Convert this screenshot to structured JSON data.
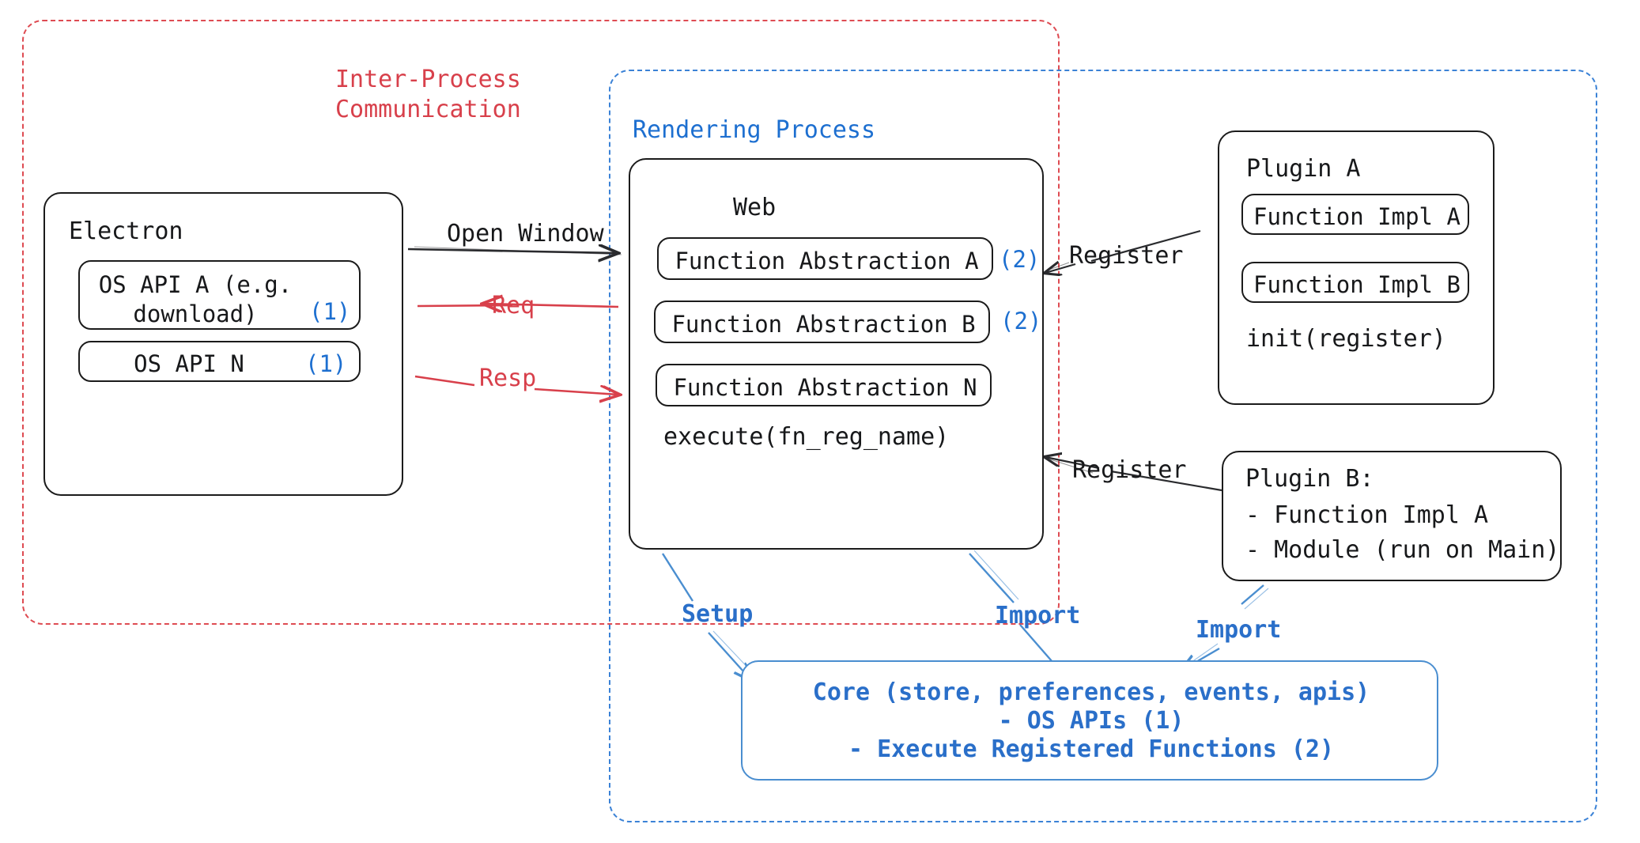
{
  "diagram": {
    "title_ipc": "Inter-Process\nCommunication",
    "title_rendering": "Rendering Process",
    "colors": {
      "ipc_red": "#d8404b",
      "rendering_blue": "#1d6fd0",
      "core_blue": "#2a6fc9",
      "ink": "#17181a"
    }
  },
  "electron": {
    "title": "Electron",
    "apis": [
      {
        "label": "OS API A (e.g.\ndownload)",
        "tag": "(1)"
      },
      {
        "label": "OS API N",
        "tag": "(1)"
      }
    ]
  },
  "web": {
    "title": "Web",
    "abstractions": [
      {
        "label": "Function Abstraction A",
        "tag": "(2)"
      },
      {
        "label": "Function Abstraction B",
        "tag": "(2)"
      },
      {
        "label": "Function Abstraction N",
        "tag": ""
      }
    ],
    "footer": "execute(fn_reg_name)"
  },
  "plugin_a": {
    "title": "Plugin A",
    "impls": [
      "Function Impl A",
      "Function Impl B"
    ],
    "footer": "init(register)"
  },
  "plugin_b": {
    "title": "Plugin B:",
    "items": [
      "- Function Impl A",
      "- Module (run on Main)"
    ]
  },
  "core": {
    "line1": "Core (store, preferences, events, apis)",
    "line2": "- OS APIs (1)",
    "line3": "- Execute Registered Functions (2)"
  },
  "edges": {
    "open_window": "Open Window",
    "req": "Req",
    "resp": "Resp",
    "register_a": "Register",
    "register_b": "Register",
    "setup": "Setup",
    "import_web": "Import",
    "import_plugin": "Import"
  }
}
